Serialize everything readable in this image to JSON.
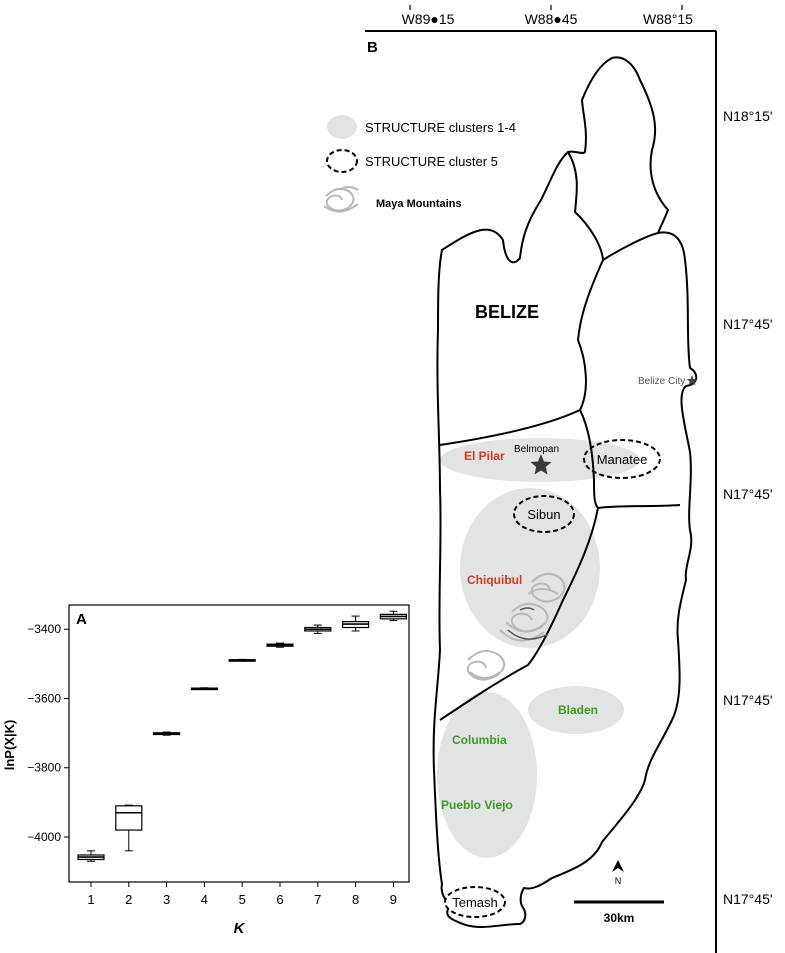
{
  "panel_b": {
    "label": "B",
    "top_axis": [
      "W89●15",
      "W88●45",
      "W88°15"
    ],
    "right_axis": [
      "N18°15'",
      "N17°45'",
      "N17°45'",
      "N17°45'",
      "N17°45'"
    ],
    "legend": {
      "clusters_1_4": "STRUCTURE clusters 1-4",
      "cluster_5": "STRUCTURE cluster 5",
      "mountains": "Maya Mountains"
    },
    "country_label": "BELIZE",
    "cities": {
      "belize_city": "Belize City",
      "belmopan": "Belmopan"
    },
    "sites": {
      "el_pilar": "El Pilar",
      "manatee": "Manatee",
      "sibun": "Sibun",
      "chiquibul": "Chiquibul",
      "bladen": "Bladen",
      "columbia": "Columbia",
      "pueblo_viejo": "Pueblo Viejo",
      "temash": "Temash"
    },
    "north_label": "N",
    "scale_label": "30km",
    "colors": {
      "red_site": "#d03a1e",
      "green_site": "#3f9a1f",
      "cluster_fill": "#e2e4e4",
      "mountain": "#b7b9b8"
    }
  },
  "panel_a": {
    "label": "A",
    "ylabel": "lnP(X|K)",
    "xlabel": "K",
    "yticks": [
      "−3400",
      "−3600",
      "−3800",
      "−4000"
    ],
    "xticks": [
      "1",
      "2",
      "3",
      "4",
      "5",
      "6",
      "7",
      "8",
      "9"
    ]
  },
  "chart_data": {
    "type": "box",
    "title": "",
    "xlabel": "K",
    "ylabel": "lnP(X|K)",
    "categories": [
      1,
      2,
      3,
      4,
      5,
      6,
      7,
      8,
      9
    ],
    "ylim": [
      -4130,
      -3330
    ],
    "yticks": [
      -3400,
      -3600,
      -3800,
      -4000
    ],
    "boxes": [
      {
        "k": 1,
        "min": -4070,
        "q1": -4065,
        "median": -4058,
        "q3": -4052,
        "max": -4040
      },
      {
        "k": 2,
        "min": -4040,
        "q1": -3980,
        "median": -3930,
        "q3": -3910,
        "max": -3908
      },
      {
        "k": 3,
        "min": -3706,
        "q1": -3704,
        "median": -3702,
        "q3": -3699,
        "max": -3697
      },
      {
        "k": 4,
        "min": -3573,
        "q1": -3572,
        "median": -3571,
        "q3": -3570,
        "max": -3569
      },
      {
        "k": 5,
        "min": -3491,
        "q1": -3490,
        "median": -3489,
        "q3": -3488,
        "max": -3487
      },
      {
        "k": 6,
        "min": -3452,
        "q1": -3449,
        "median": -3446,
        "q3": -3443,
        "max": -3440
      },
      {
        "k": 7,
        "min": -3412,
        "q1": -3405,
        "median": -3400,
        "q3": -3395,
        "max": -3388
      },
      {
        "k": 8,
        "min": -3405,
        "q1": -3395,
        "median": -3385,
        "q3": -3378,
        "max": -3362
      },
      {
        "k": 9,
        "min": -3375,
        "q1": -3370,
        "median": -3363,
        "q3": -3357,
        "max": -3348
      }
    ]
  }
}
